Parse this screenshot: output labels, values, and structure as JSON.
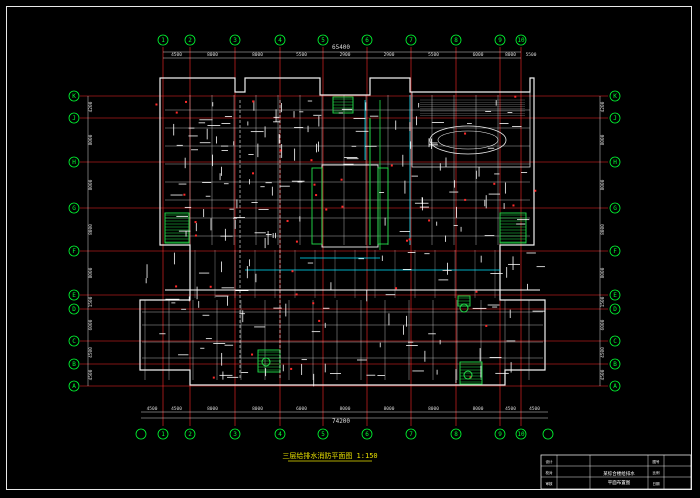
{
  "drawing": {
    "caption": "三层给排水消防平面图 1:150",
    "colors": {
      "background": "#000000",
      "axis": "#ff2a2a",
      "axis_bubble": "#00ff33",
      "wall": "#f0f0f0",
      "pipe_white": "#ffffff",
      "pipe_cyan": "#00e5ff",
      "stair_green": "#22e04a",
      "yellow": "#e8e000",
      "dim_text": "#d8d8d8"
    }
  },
  "axes": {
    "columns": [
      "①",
      "②",
      "③",
      "④",
      "⑤",
      "⑥",
      "⑦",
      "⑧",
      "⑨",
      "⑩"
    ],
    "column_labels": [
      "1",
      "2",
      "3",
      "4",
      "5",
      "6",
      "7",
      "8",
      "9",
      "10"
    ],
    "rows": [
      "A",
      "B",
      "C",
      "D",
      "E",
      "F",
      "G",
      "H",
      "J",
      "K"
    ]
  },
  "dimensions": {
    "top_overall": "65400",
    "top": [
      "4500",
      "8000",
      "8000",
      "5500",
      "2900",
      "2900",
      "5500",
      "6000",
      "8000",
      "5500"
    ],
    "bottom_overall": "74200",
    "bottom": [
      "4500",
      "4500",
      "8000",
      "8000",
      "6000",
      "8000",
      "8000",
      "8000",
      "8000",
      "4500",
      "4500"
    ],
    "left": [
      "4200",
      "8000",
      "8000",
      "8000",
      "8000",
      "1500",
      "6000",
      "4500",
      "4500"
    ],
    "right": [
      "4200",
      "8000",
      "8000",
      "8000",
      "8000",
      "1500",
      "6000",
      "4500",
      "4500"
    ]
  },
  "title_block": {
    "project": "某综合楼给排水",
    "drawing_name": "平面布置图",
    "labels": [
      "设计",
      "校对",
      "审核",
      "图号",
      "比例",
      "日期"
    ]
  }
}
